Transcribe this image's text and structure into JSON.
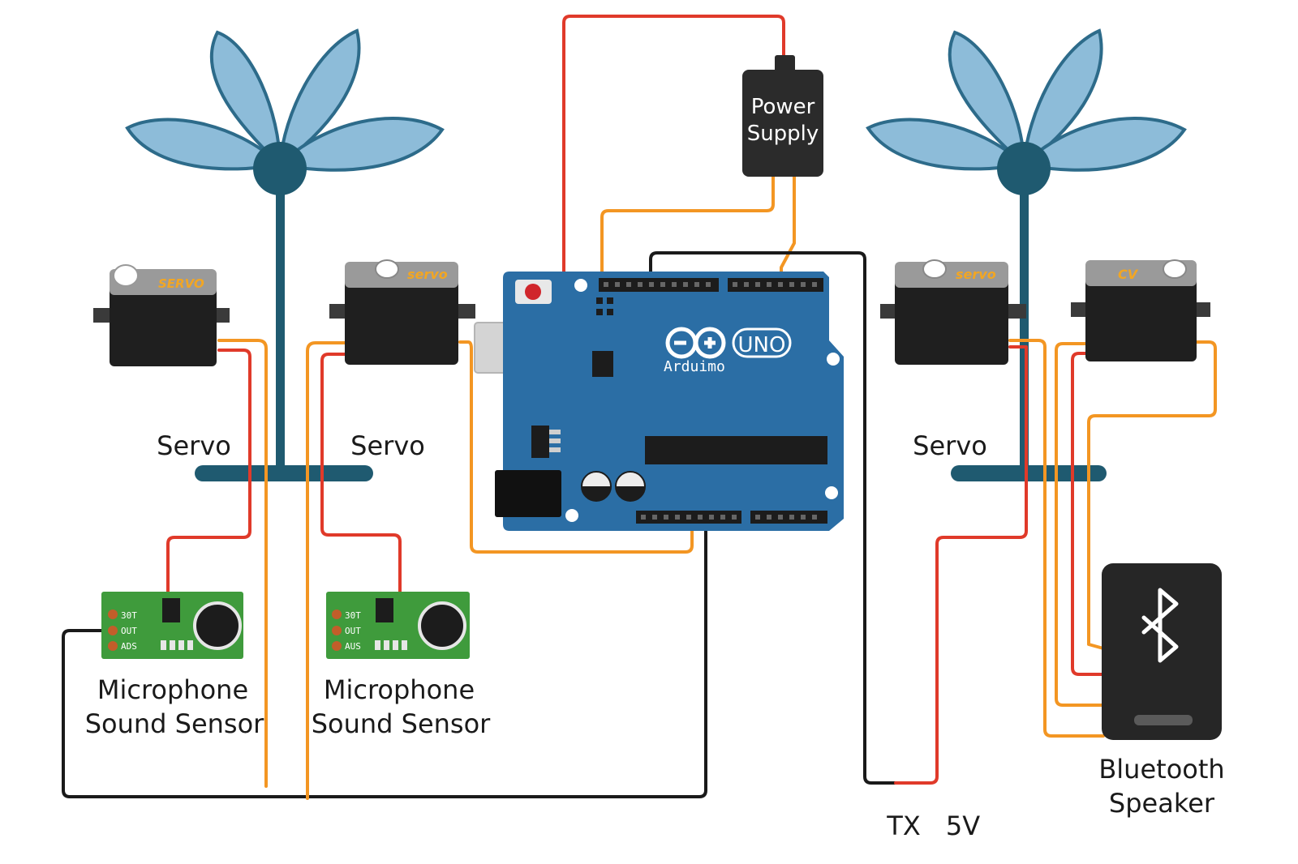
{
  "labels": {
    "servo_left_1": "Servo",
    "servo_left_2": "Servo",
    "servo_right": "Servo",
    "mic1_line1": "Microphone",
    "mic1_line2": "Sound Sensor",
    "mic2_line1": "Microphone",
    "mic2_line2": "Sound Sensor",
    "speaker_line1": "Bluetooth",
    "speaker_line2": "Speaker",
    "power_line1": "Power",
    "power_line2": "Supply",
    "tx": "TX",
    "v5": "5V"
  },
  "servo_brand": {
    "a": "SERVO",
    "b": "servo",
    "c": "servo",
    "d": "CV"
  },
  "board": {
    "model": "UNO",
    "brand": "Arduimo"
  },
  "sensor_pins": {
    "mic1": [
      "30T",
      "OUT",
      "ADS"
    ],
    "mic2": [
      "30T",
      "OUT",
      "AUS"
    ]
  },
  "colors": {
    "petal": "#8dbcd9",
    "petal_stroke": "#2d6b8a",
    "stem": "#1f5a70",
    "board": "#2b6ea5",
    "wire_red": "#e03a2a",
    "wire_orange": "#f39623",
    "wire_black": "#1a1a1a",
    "pcb_green": "#3f9b3c",
    "module_dark": "#262626"
  }
}
